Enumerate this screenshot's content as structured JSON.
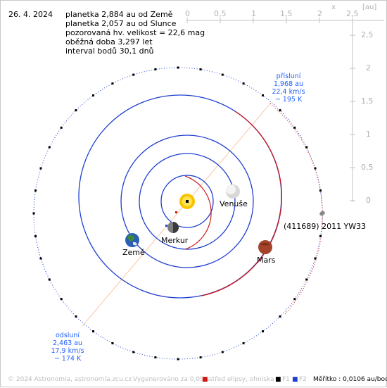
{
  "date": "26. 4. 2024",
  "info": {
    "line1": "planetka 2,884 au od Země",
    "line2": "planetka 2,057 au od Slunce",
    "line3": "pozorovaná hv. velikost = 22,6 mag",
    "line4": "oběžná doba 3,297 let",
    "line5": "interval bodů 30,1 dnů"
  },
  "scale": {
    "x_unit": "x",
    "y_unit": "[au]",
    "x_ticks": [
      "0",
      "0,5",
      "1",
      "1,5",
      "2",
      "2,5"
    ],
    "y_ticks": [
      "2,5",
      "2",
      "1,5",
      "1",
      "0,5",
      "0"
    ]
  },
  "perihelion": {
    "title": "přísluní",
    "distance": "1,968 au",
    "speed": "22,4 km/s",
    "temp": "~ 195 K"
  },
  "aphelion": {
    "title": "odsluní",
    "distance": "2,463 au",
    "speed": "17,9 km/s",
    "temp": "~ 174 K"
  },
  "bodies": {
    "venus": "Venuše",
    "earth": "Země",
    "mercury": "Merkur",
    "mars": "Mars",
    "asteroid": "(411689) 2011 YW33"
  },
  "footer": {
    "copyright": "© 2024 Astronomia, astronomia.zcu.cz",
    "generated": "Vygenerováno za 0,09 s",
    "center_legend": "střed elipsy, ohniska",
    "f1": "F1",
    "f2": "F2",
    "scale_label": "Měřítko : 0,0106 au/bod"
  },
  "colors": {
    "planet_orbit": "#1f3fd0",
    "asteroid_orbit": "#d01818",
    "axis": "#c0c0c0",
    "line_of_apsides": "#f5c9a8",
    "label_blue": "#1f5fff"
  }
}
